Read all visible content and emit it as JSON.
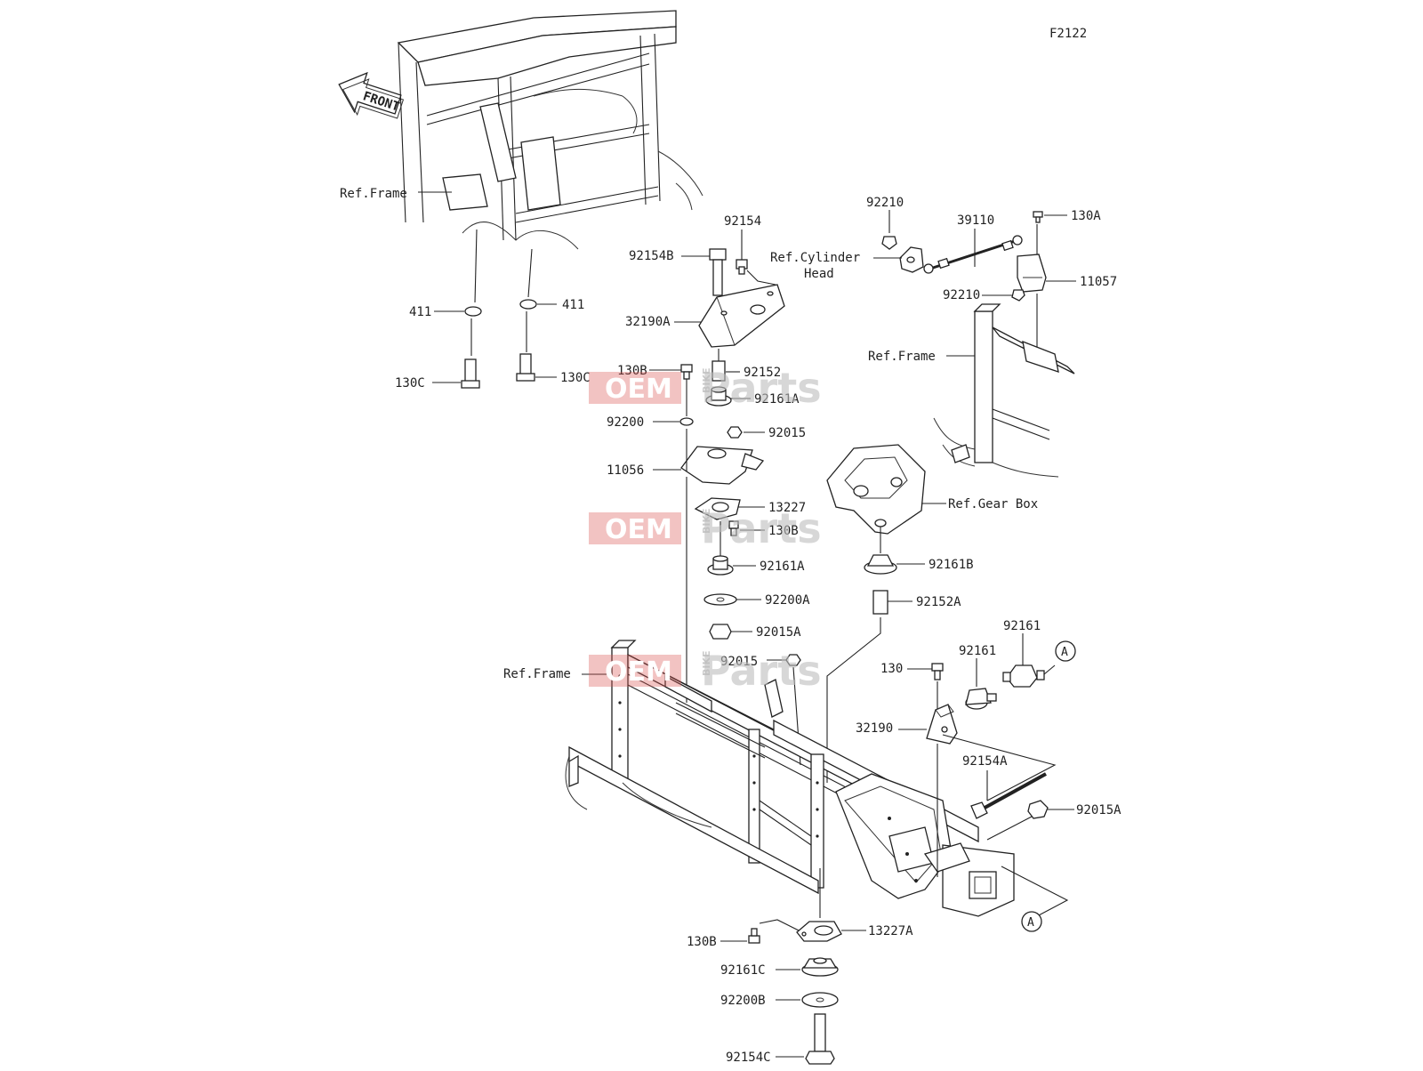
{
  "diagram_code": "F2122",
  "front_arrow": "FRONT",
  "callout_letter": "A",
  "watermark": {
    "word1": "OEM",
    "word2": "BIKE",
    "word3": "Parts"
  },
  "labels": {
    "ref_frame": "Ref.Frame",
    "ref_cylinder_head_1": "Ref.Cylinder",
    "ref_cylinder_head_2": "Head",
    "ref_gear_box": "Ref.Gear Box",
    "p411": "411",
    "p130C": "130C",
    "p92154": "92154",
    "p92154B": "92154B",
    "p32190A": "32190A",
    "p130B": "130B",
    "p92152": "92152",
    "p92161A": "92161A",
    "p92200": "92200",
    "p92015": "92015",
    "p11056": "11056",
    "p13227": "13227",
    "p92200A": "92200A",
    "p92015A": "92015A",
    "p92210": "92210",
    "p39110": "39110",
    "p130A": "130A",
    "p11057": "11057",
    "p92161B": "92161B",
    "p92152A": "92152A",
    "p92161": "92161",
    "p130": "130",
    "p32190": "32190",
    "p92154A": "92154A",
    "p13227A": "13227A",
    "p92161C": "92161C",
    "p92200B": "92200B",
    "p92154C": "92154C"
  }
}
